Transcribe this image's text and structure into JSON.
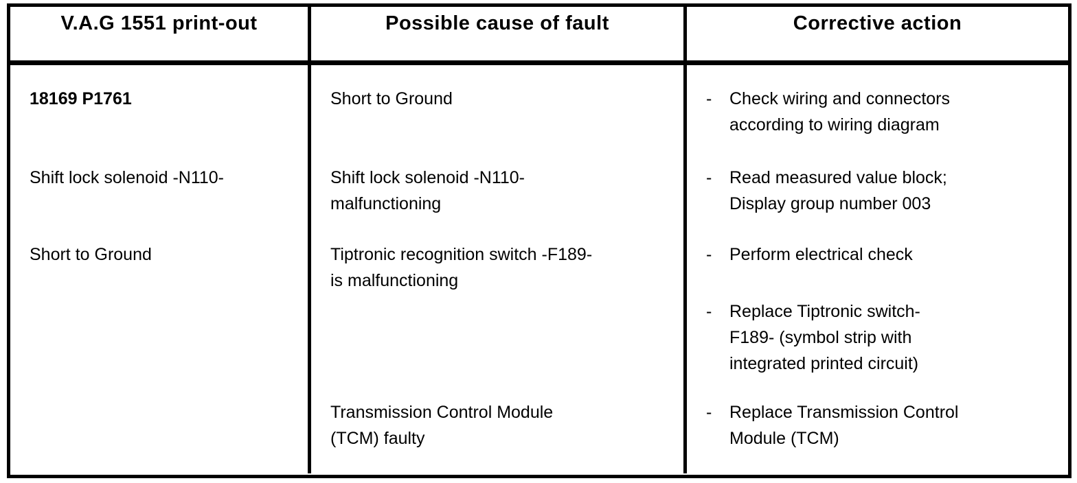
{
  "table": {
    "headers": [
      {
        "label": "V.A.G 1551 print-out"
      },
      {
        "label": "Possible cause of fault"
      },
      {
        "label": "Corrective action"
      }
    ],
    "printout": [
      {
        "text": "18169 P1761"
      },
      {
        "text": "Shift lock solenoid -N110-"
      },
      {
        "text": "Short to Ground"
      }
    ],
    "causes": [
      {
        "text": "Short to Ground"
      },
      {
        "text": "Shift lock solenoid -N110-\nmalfunctioning"
      },
      {
        "text": "Tiptronic recognition switch -F189-\nis malfunctioning"
      },
      {
        "text": "Transmission Control Module\n(TCM) faulty"
      }
    ],
    "actions": [
      {
        "bullet": "-",
        "text": "Check wiring and connectors\naccording to wiring diagram"
      },
      {
        "bullet": "-",
        "text": "Read measured value block;\nDisplay group number 003"
      },
      {
        "bullet": "-",
        "text": "Perform electrical check"
      },
      {
        "bullet": "-",
        "text": "Replace Tiptronic switch-\nF189- (symbol strip with\nintegrated printed circuit)"
      },
      {
        "bullet": "-",
        "text": "Replace Transmission Control\nModule (TCM)"
      }
    ],
    "colors": {
      "border": "#000000",
      "text": "#000000",
      "background": "#ffffff"
    }
  }
}
